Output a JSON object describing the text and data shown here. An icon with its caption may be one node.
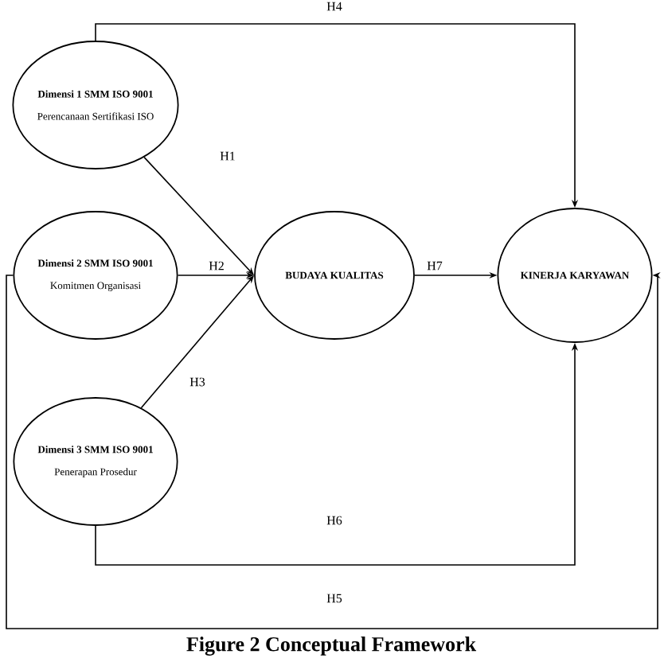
{
  "diagram": {
    "caption": "Figure 2 Conceptual Framework",
    "nodes": [
      {
        "text": [
          "Dimensi 1 SMM ISO 9001",
          "Perencanaan Sertifikasi ISO"
        ]
      },
      {
        "text": [
          "Dimensi 2 SMM ISO 9001",
          "Komitmen Organisasi"
        ]
      },
      {
        "text": [
          "Dimensi 3 SMM ISO 9001",
          "Penerapan Prosedur"
        ]
      },
      {
        "text": [
          "BUDAYA KUALITAS"
        ]
      },
      {
        "text": [
          "KINERJA KARYAWAN"
        ]
      }
    ],
    "edges": [
      {
        "from": 0,
        "to": 3,
        "arrow": "to",
        "label": "H1"
      },
      {
        "from": 1,
        "to": 3,
        "arrow": "to",
        "label": "H2"
      },
      {
        "from": 2,
        "to": 3,
        "arrow": "to",
        "label": "H3"
      },
      {
        "from": 0,
        "to": 4,
        "arrow": "to",
        "label": "H4"
      },
      {
        "from": 1,
        "to": 4,
        "arrow": "to",
        "label": "H5"
      },
      {
        "from": 2,
        "to": 4,
        "arrow": "to",
        "label": "H6"
      },
      {
        "from": 3,
        "to": 4,
        "arrow": "to",
        "label": "H7"
      }
    ]
  }
}
